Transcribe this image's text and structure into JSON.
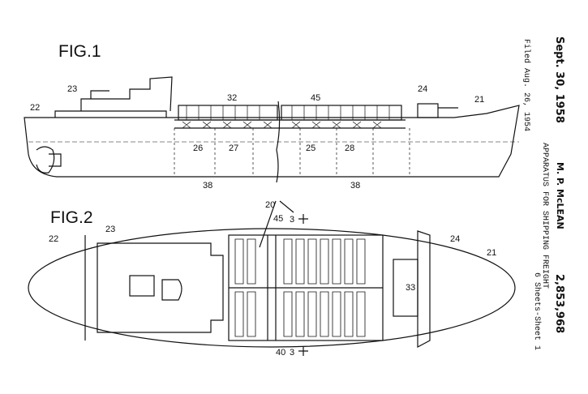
{
  "header": {
    "date": "Sept. 30, 1958",
    "inventor": "M. P. McLEAN",
    "patent_number": "2,853,968",
    "filed": "Filed Aug. 26, 1954",
    "title": "APPARATUS FOR SHIPPING FREIGHT",
    "sheets": "6 Sheets-Sheet 1"
  },
  "figures": {
    "fig1": {
      "title": "FIG.1",
      "labels": [
        "22",
        "23",
        "32",
        "45",
        "24",
        "21",
        "26",
        "27",
        "25",
        "28",
        "38",
        "38"
      ]
    },
    "fig2": {
      "title": "FIG.2",
      "labels": [
        "20",
        "3",
        "3",
        "45",
        "40",
        "33",
        "23",
        "22",
        "24",
        "21"
      ]
    }
  }
}
